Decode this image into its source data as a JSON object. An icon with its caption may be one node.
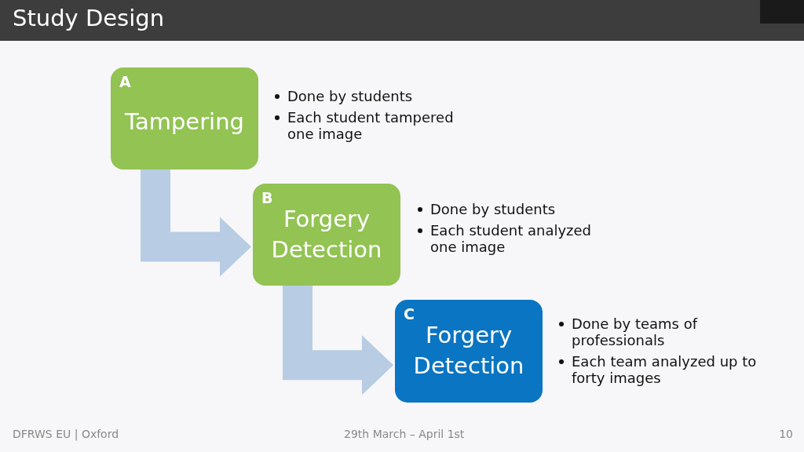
{
  "diagram": {
    "title": "Study Design",
    "nodes": [
      {
        "text": [
          "A",
          "Tampering"
        ],
        "beside": [
          "Done by students",
          "Each student tampered one image"
        ]
      },
      {
        "text": [
          "B",
          "Forgery Detection"
        ],
        "beside": [
          "Done by students",
          "Each student analyzed one image"
        ]
      },
      {
        "text": [
          "C",
          "Forgery Detection"
        ],
        "beside": [
          "Done by teams of professionals",
          "Each team analyzed up to forty images"
        ]
      }
    ],
    "edges": [
      {
        "from": 0,
        "to": 1,
        "arrow": "to",
        "style": "thick"
      },
      {
        "from": 1,
        "to": 2,
        "arrow": "to",
        "style": "thick"
      }
    ],
    "labels": [
      "DFRWS EU | Oxford",
      "29th March – April 1st",
      "10"
    ]
  }
}
